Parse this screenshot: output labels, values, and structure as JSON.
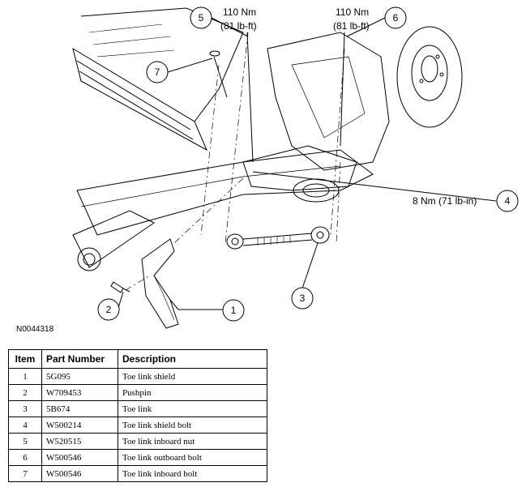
{
  "figure_id": "N0044318",
  "callouts": [
    {
      "num": "1"
    },
    {
      "num": "2"
    },
    {
      "num": "3"
    },
    {
      "num": "4"
    },
    {
      "num": "5"
    },
    {
      "num": "6"
    },
    {
      "num": "7"
    }
  ],
  "torque_specs": {
    "item5": {
      "line1": "110 Nm",
      "line2": "(81 lb-ft)"
    },
    "item6": {
      "line1": "110 Nm",
      "line2": "(81 lb-ft)"
    },
    "item4": {
      "line1": "8 Nm (71 lb-in)"
    }
  },
  "table": {
    "headers": {
      "item": "Item",
      "part": "Part Number",
      "desc": "Description"
    },
    "rows": [
      {
        "item": "1",
        "part": "5G095",
        "desc": "Toe link shield"
      },
      {
        "item": "2",
        "part": "W709453",
        "desc": "Pushpin"
      },
      {
        "item": "3",
        "part": "5B674",
        "desc": "Toe link"
      },
      {
        "item": "4",
        "part": "W500214",
        "desc": "Toe link shield bolt"
      },
      {
        "item": "5",
        "part": "W520515",
        "desc": "Toe link inboard nut"
      },
      {
        "item": "6",
        "part": "W500546",
        "desc": "Toe link outboard bolt"
      },
      {
        "item": "7",
        "part": "W500546",
        "desc": "Toe link inboard bolt"
      }
    ]
  }
}
